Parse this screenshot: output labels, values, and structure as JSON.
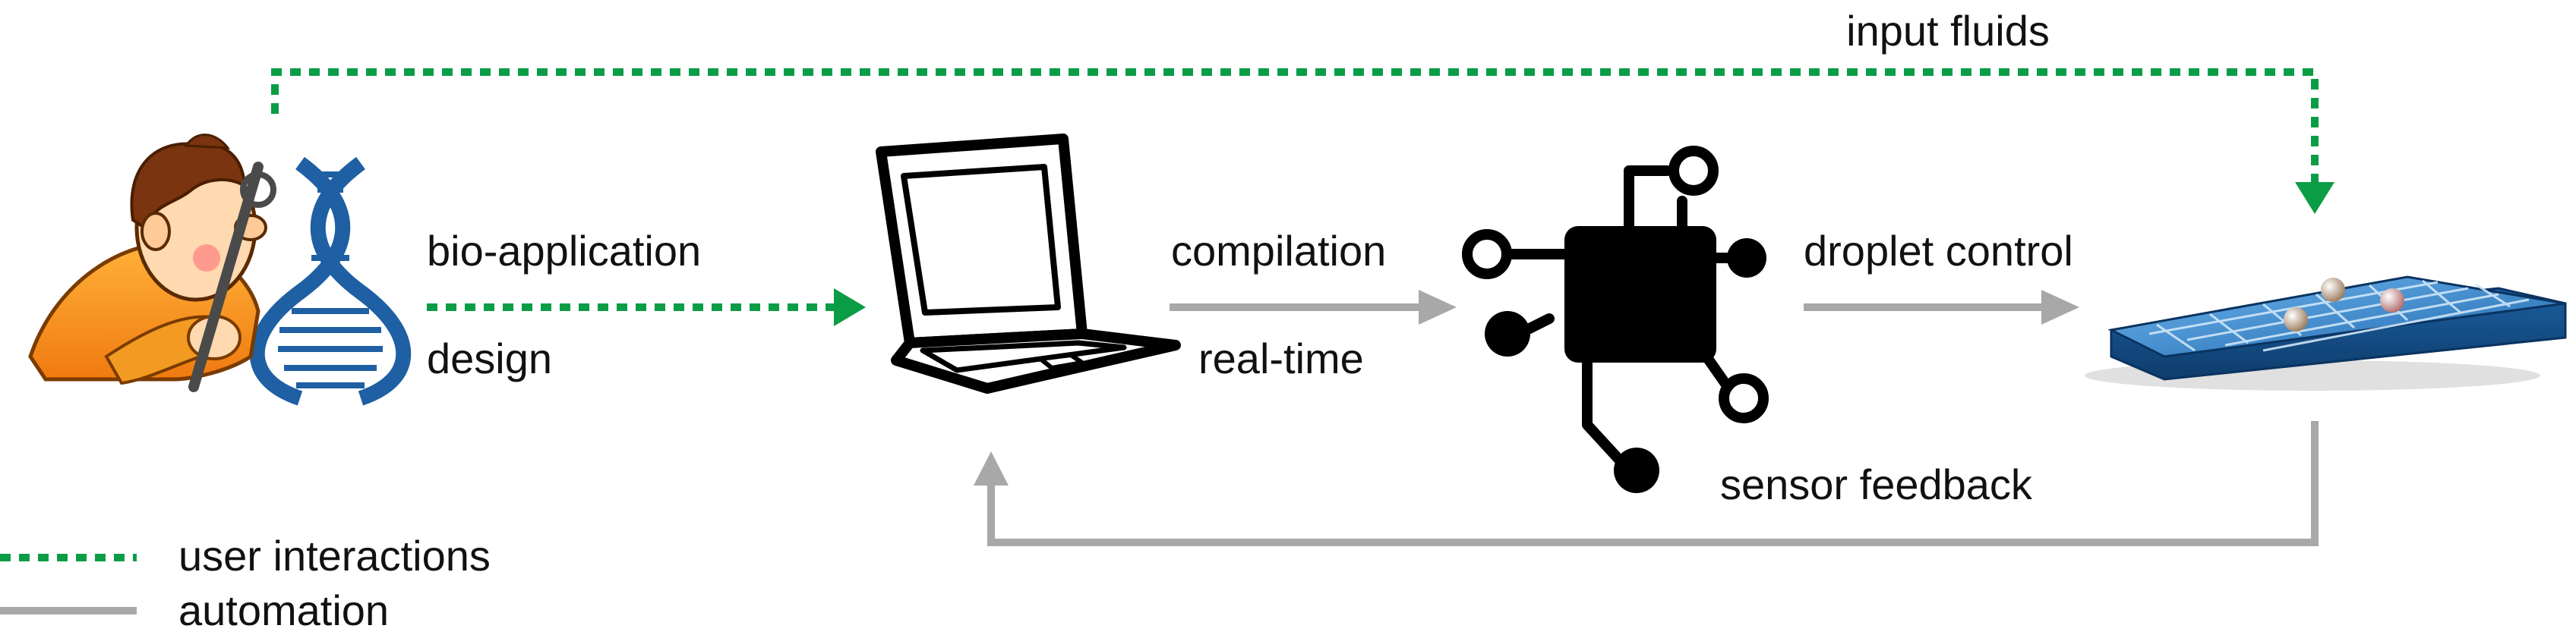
{
  "labels": {
    "input_fluids": "input fluids",
    "bio_application": "bio-application",
    "design": "design",
    "compilation": "compilation",
    "real_time": "real-time",
    "droplet_control": "droplet control",
    "sensor_feedback": "sensor feedback"
  },
  "legend": {
    "user_interactions": "user interactions",
    "automation": "automation"
  },
  "colors": {
    "user_interaction_line": "#0a9d45",
    "automation_line": "#a8a8a8",
    "device_blue": "#1f6fb2",
    "chip_black": "#000000"
  },
  "icons": {
    "scientist": "scientist-with-dna-icon",
    "laptop": "laptop-icon",
    "chip": "microchip-icon",
    "device": "microfluidic-biochip-icon"
  }
}
